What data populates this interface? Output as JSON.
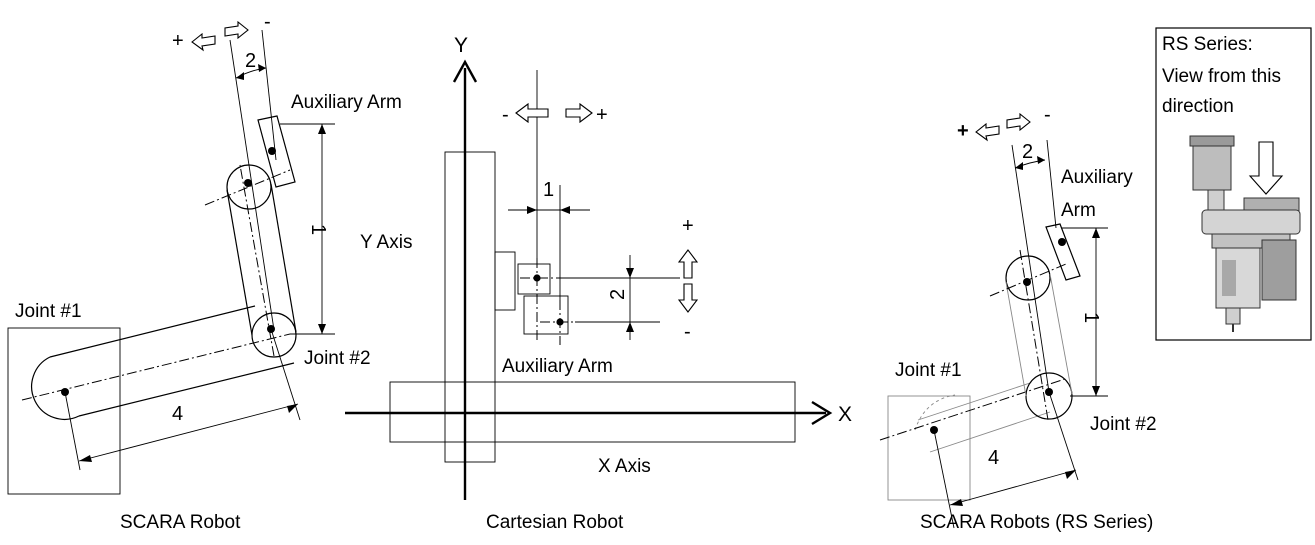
{
  "scara": {
    "caption": "SCARA Robot",
    "auxiliary_arm": "Auxiliary Arm",
    "joint1": "Joint #1",
    "joint2": "Joint #2",
    "dim_1": "1",
    "dim_2": "2",
    "dim_4": "4",
    "plus": "+",
    "minus": "-"
  },
  "cartesian": {
    "caption": "Cartesian Robot",
    "y_axis_letter": "Y",
    "x_axis_letter": "X",
    "y_axis_label": "Y Axis",
    "x_axis_label": "X Axis",
    "auxiliary_arm": "Auxiliary Arm",
    "dim_1": "1",
    "dim_2": "2",
    "plus": "+",
    "minus": "-"
  },
  "rs": {
    "caption": "SCARA Robots (RS Series)",
    "auxiliary_arm_line1": "Auxiliary",
    "auxiliary_arm_line2": "Arm",
    "joint1": "Joint #1",
    "joint2": "Joint #2",
    "dim_1": "1",
    "dim_2": "2",
    "dim_4": "4",
    "plus": "+",
    "minus": "-"
  },
  "inset": {
    "line1": "RS Series:",
    "line2": "View from this",
    "line3": "direction",
    "icon": "rs-robot-picture"
  }
}
